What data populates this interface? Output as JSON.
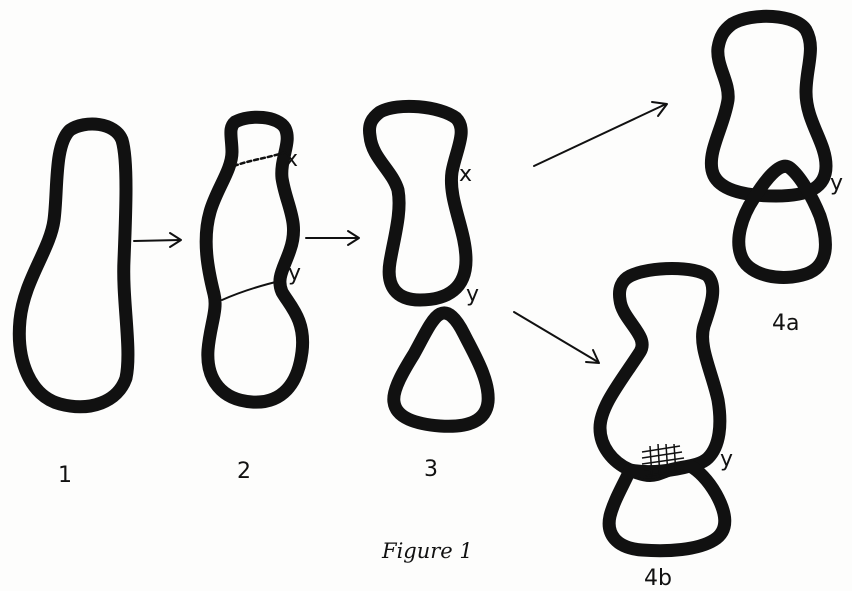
{
  "figure": {
    "caption": "Figure 1"
  },
  "stages": [
    {
      "label": "1"
    },
    {
      "label": "2"
    },
    {
      "label": "3"
    },
    {
      "label": "4a"
    },
    {
      "label": "4b"
    }
  ],
  "markers": {
    "x": "x",
    "y": "y"
  }
}
